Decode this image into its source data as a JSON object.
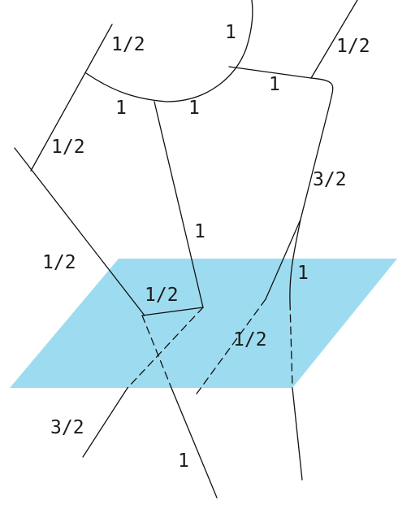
{
  "diagram": {
    "plane_color": "#9ddcf0",
    "line_color": "#111111",
    "labels": {
      "top_left_half": "1/2",
      "top_curve_one": "1",
      "top_right_half": "1/2",
      "arc_left_one": "1",
      "arc_right_one": "1",
      "top_bar_one": "1",
      "left_upper_half": "1/2",
      "right_edge_three_halves": "3/2",
      "center_line_one": "1",
      "left_lower_half": "1/2",
      "plane_right_one": "1",
      "inner_bar_half": "1/2",
      "dashed_crossing_half": "1/2",
      "bottom_left_three_halves": "3/2",
      "bottom_center_one": "1"
    }
  }
}
